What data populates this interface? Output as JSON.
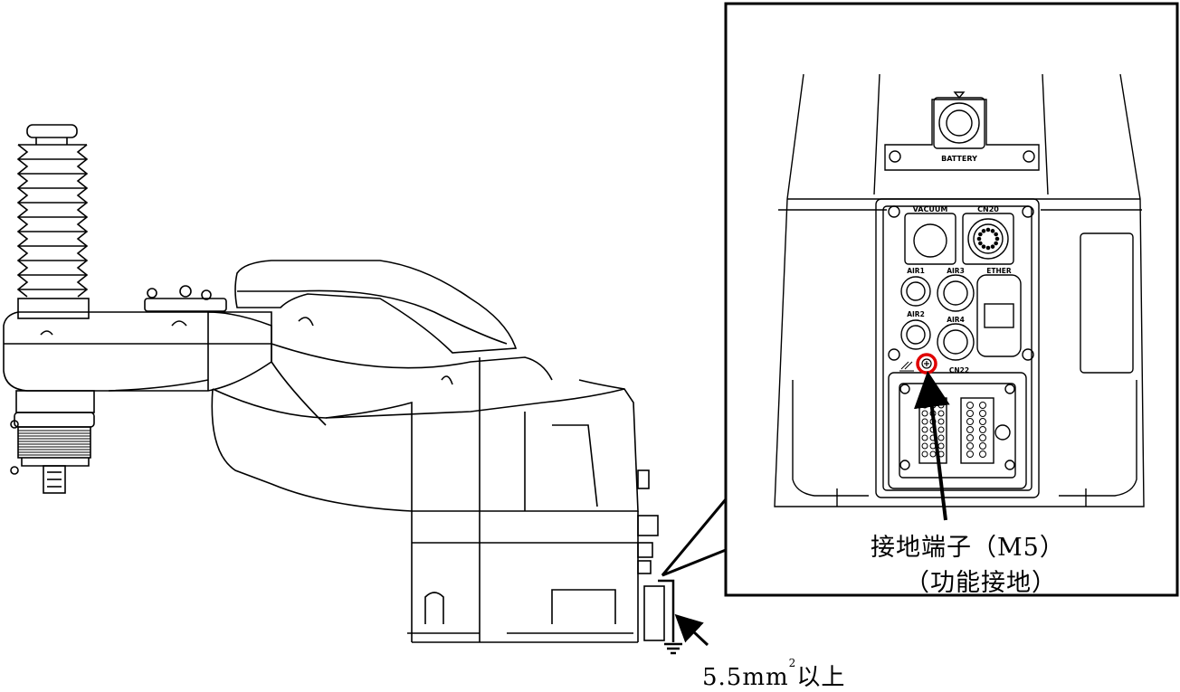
{
  "callout": {
    "terminal_label": "接地端子（M5）",
    "functional_label": "（功能接地）",
    "wire_size_prefix": "5.5mm",
    "wire_size_sup": "2",
    "wire_size_suffix": "以上"
  },
  "panel_labels": {
    "battery": "BATTERY",
    "vacuum": "VACUUM",
    "cn20": "CN20",
    "air1": "AIR1",
    "air2": "AIR2",
    "air3": "AIR3",
    "air4": "AIR4",
    "ether": "ETHER",
    "cn22": "CN22"
  },
  "colors": {
    "line": "#000000",
    "highlight": "#e00000",
    "background": "#ffffff"
  }
}
